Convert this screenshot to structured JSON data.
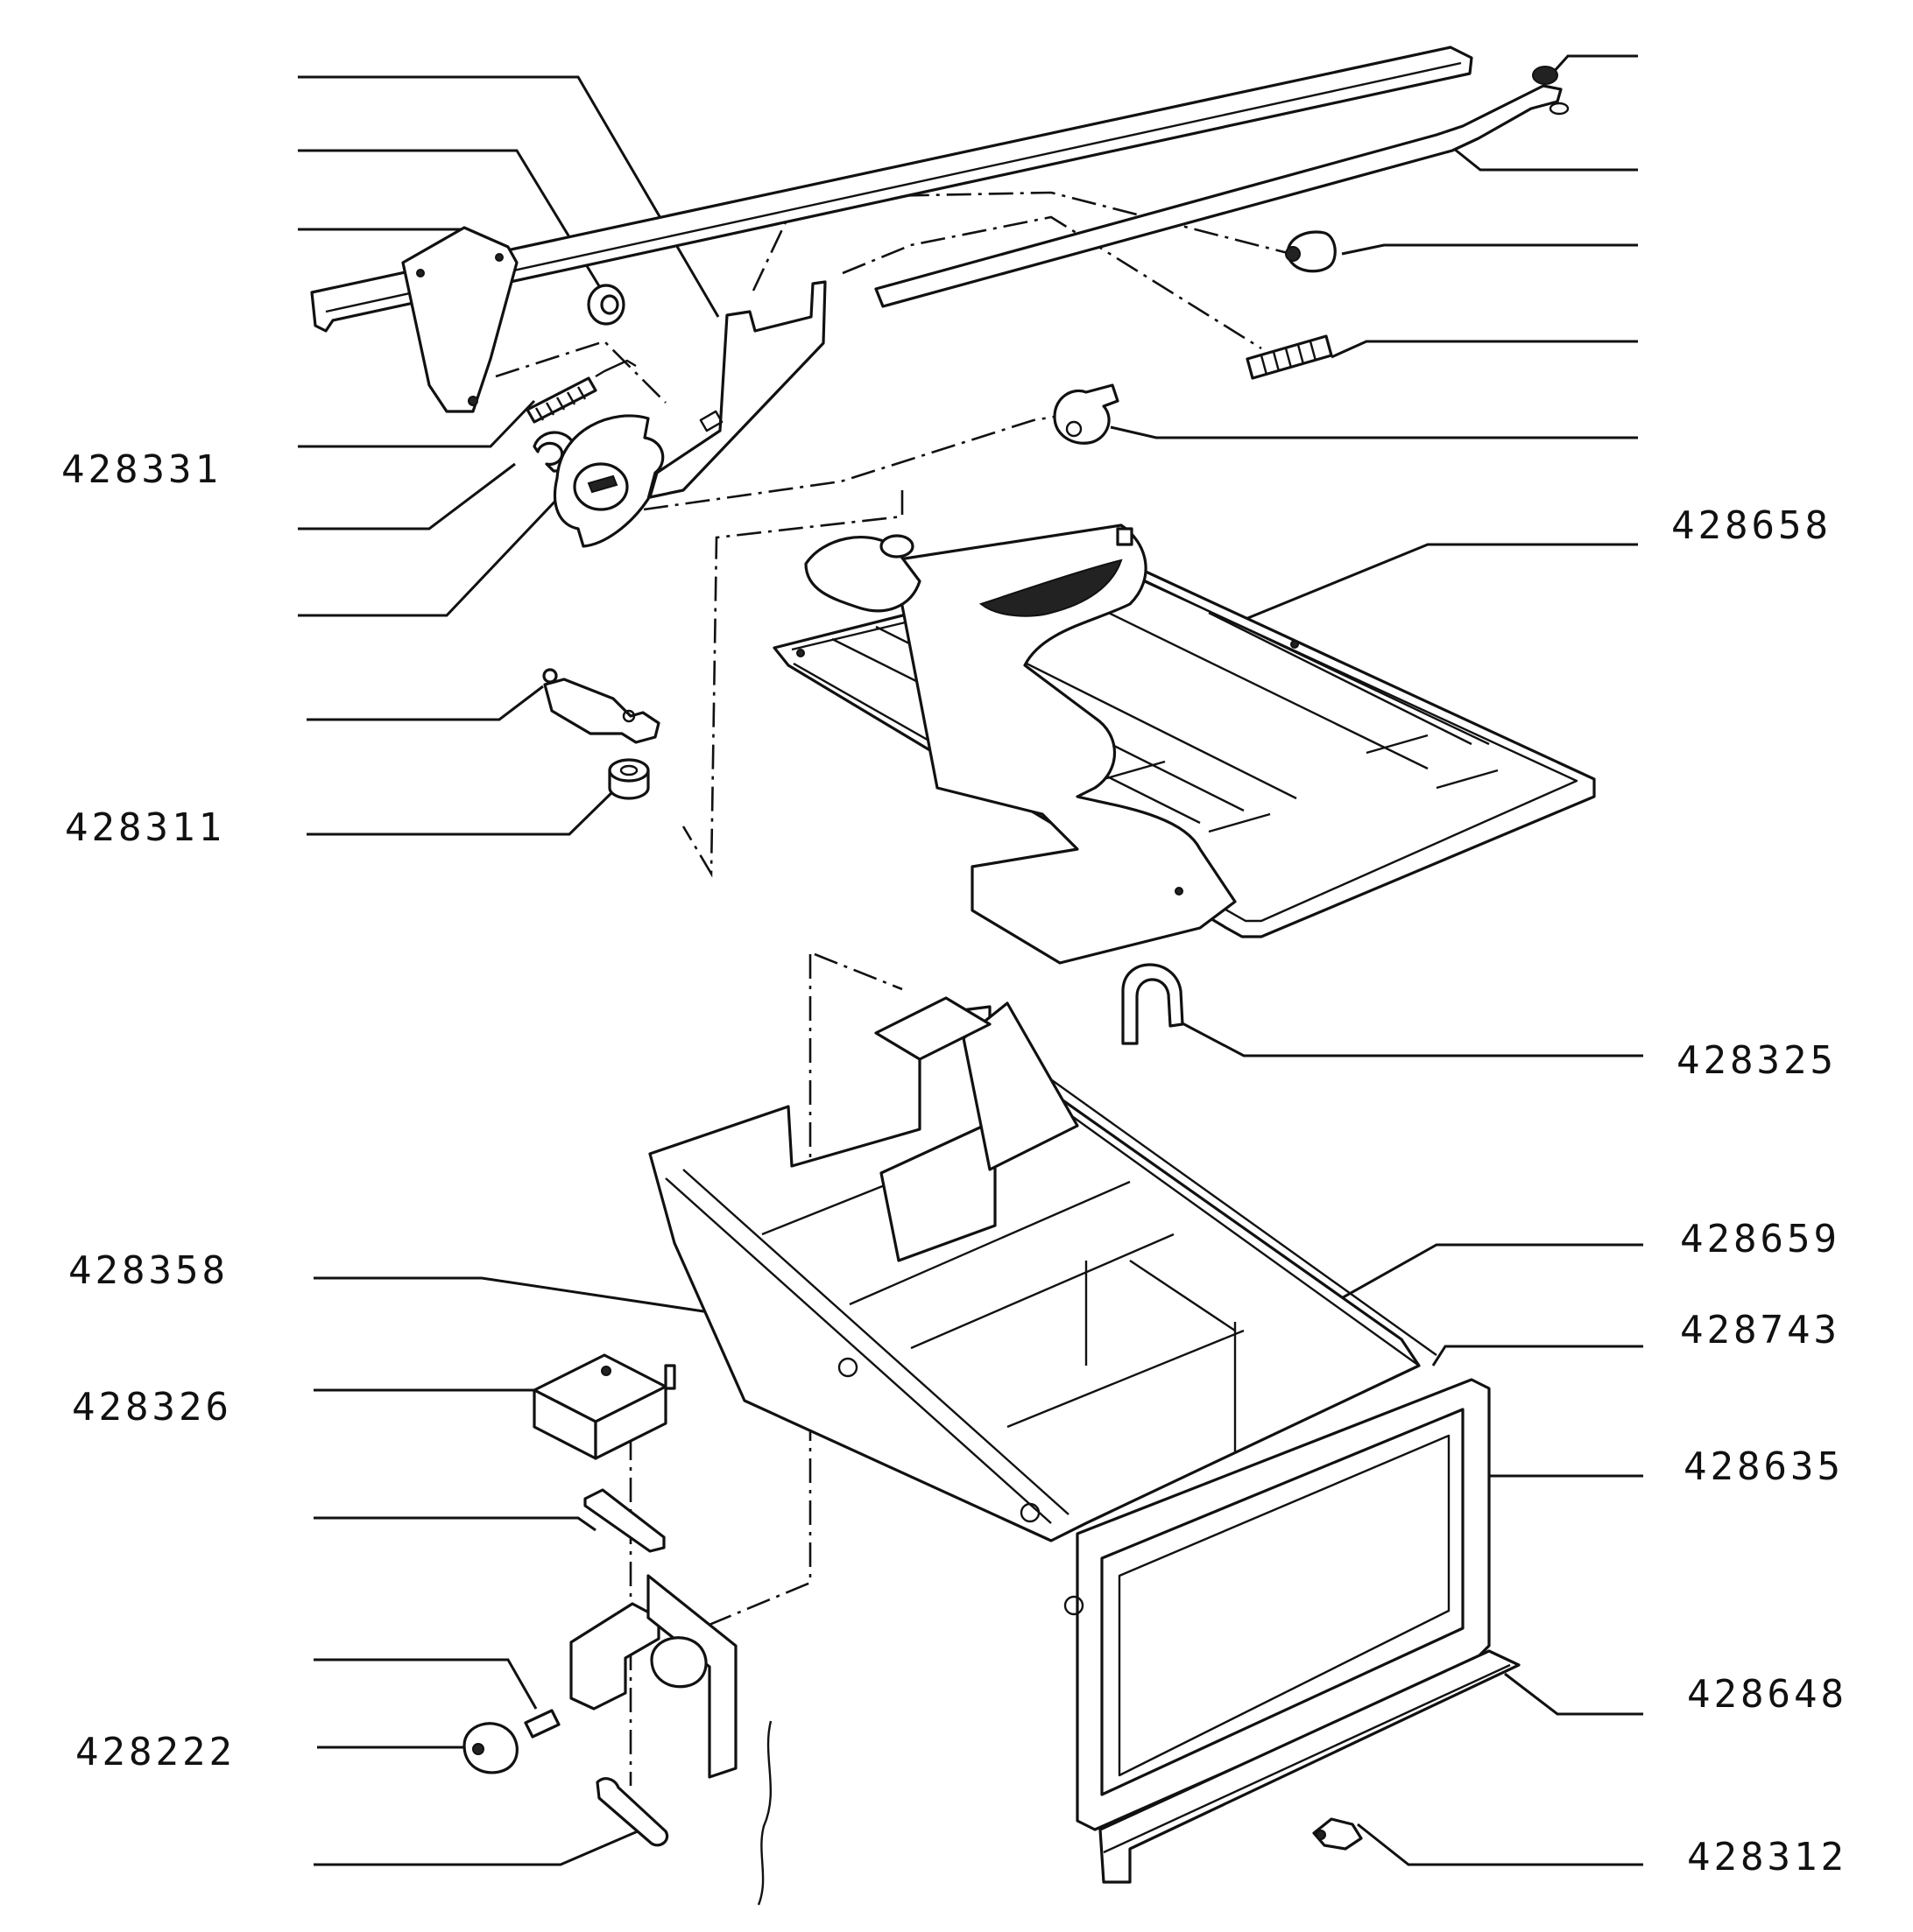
{
  "diagram": {
    "labels": {
      "l428331": "428331",
      "l428311": "428311",
      "l428658": "428658",
      "l428325": "428325",
      "l428358": "428358",
      "l428659": "428659",
      "l428743": "428743",
      "l428326": "428326",
      "l428635": "428635",
      "l428648": "428648",
      "l428222": "428222",
      "l428312": "428312"
    },
    "colors": {
      "ink": "#111111",
      "paper": "#ffffff"
    }
  }
}
